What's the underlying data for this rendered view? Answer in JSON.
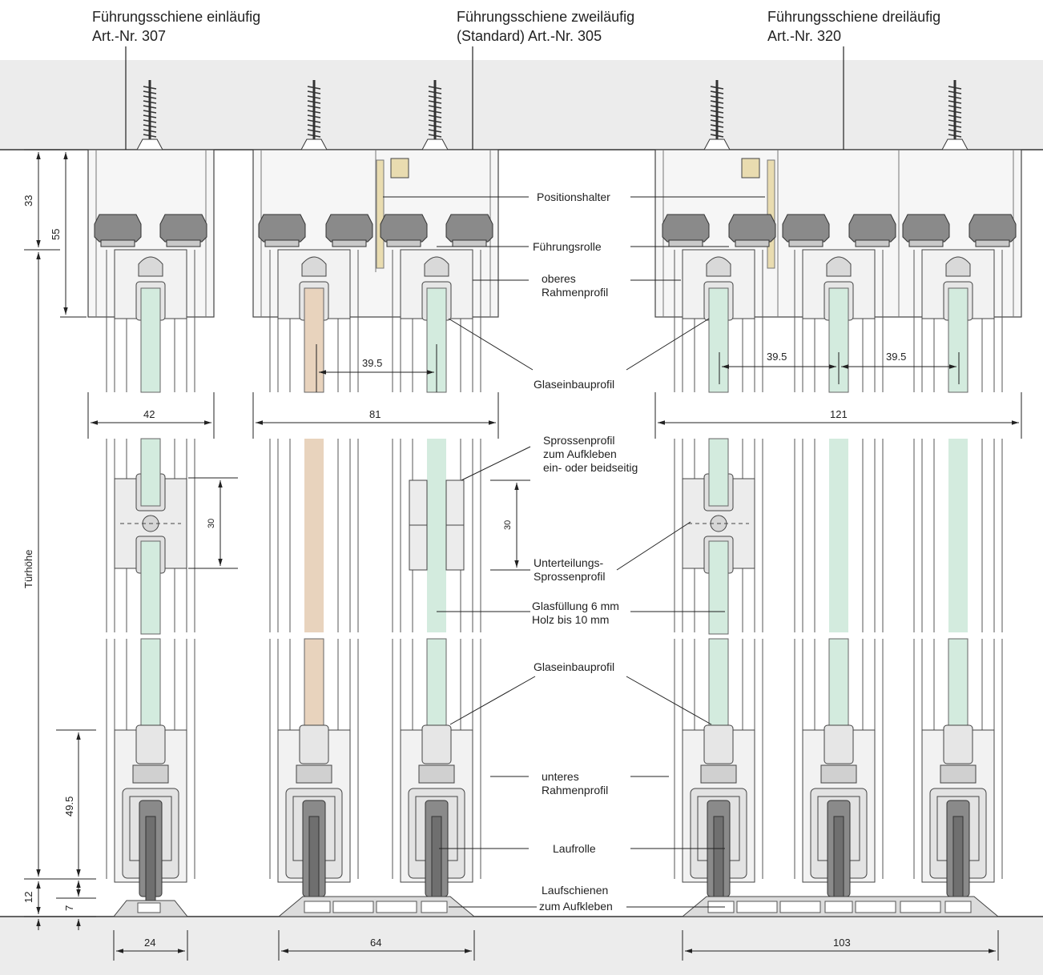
{
  "titles": {
    "single_line1": "Führungsschiene einläufig",
    "single_line2": "Art.-Nr. 307",
    "double_line1": "Führungsschiene zweiläufig",
    "double_line2": "(Standard) Art.-Nr. 305",
    "triple_line1": "Führungsschiene dreiläufig",
    "triple_line2": "Art.-Nr. 320"
  },
  "callouts": {
    "positionshalter": "Positionshalter",
    "fuehrungsrolle": "Führungsrolle",
    "oberes_1": "oberes",
    "oberes_2": "Rahmenprofil",
    "glaseinbau_top": "Glaseinbauprofil",
    "sprossen_1": "Sprossenprofil",
    "sprossen_2": "zum Aufkleben",
    "sprossen_3": "ein- oder beidseitig",
    "unterteilung_1": "Unterteilungs-",
    "unterteilung_2": "Sprossenprofil",
    "glasfuellung_1": "Glasfüllung 6 mm",
    "glasfuellung_2": "Holz bis 10 mm",
    "glaseinbau_bottom": "Glaseinbauprofil",
    "unteres_1": "unteres",
    "unteres_2": "Rahmenprofil",
    "laufrolle": "Laufrolle",
    "laufschienen_1": "Laufschienen",
    "laufschienen_2": "zum Aufkleben"
  },
  "dimensions": {
    "d33": "33",
    "d55": "55",
    "tuerhoehe": "Türhöhe",
    "d49_5": "49.5",
    "d12": "12",
    "d7": "7",
    "w42": "42",
    "w81": "81",
    "w121": "121",
    "w24": "24",
    "w64": "64",
    "w103": "103",
    "p39_5_a": "39.5",
    "p39_5_b": "39.5",
    "p39_5_c": "39.5",
    "s30_a": "30",
    "s30_b": "30"
  },
  "colors": {
    "ceiling": "#ececec",
    "floor": "#ececec",
    "glass": "#d3ebde",
    "wood": "#e8d3bd",
    "rail": "#f3f3f3",
    "roller": "#8a8a8a",
    "line": "#333333"
  }
}
